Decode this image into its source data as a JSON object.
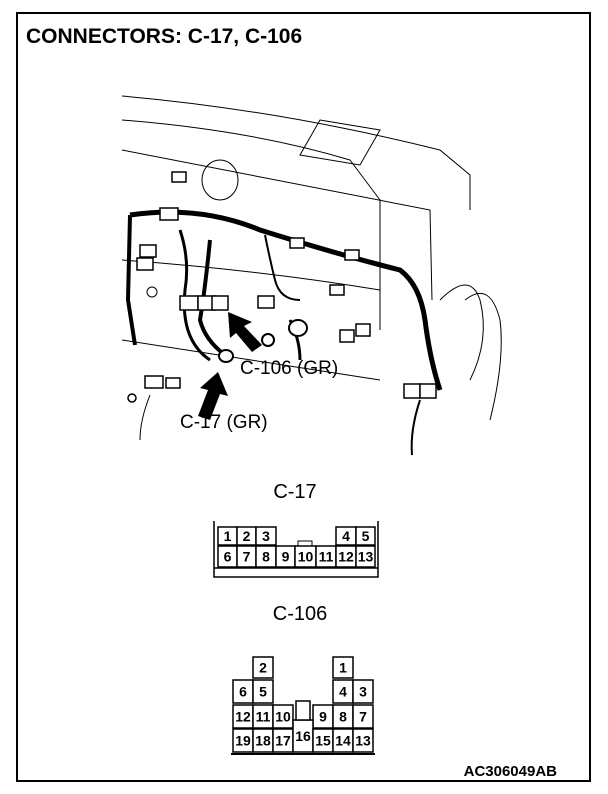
{
  "title": "CONNECTORS: C-17, C-106",
  "callouts": {
    "c106": "C-106 (GR)",
    "c17": "C-17 (GR)"
  },
  "connectors": {
    "c17": {
      "label": "C-17",
      "rows": [
        [
          "1",
          "2",
          "3",
          null,
          null,
          null,
          null,
          "4",
          "5"
        ],
        [
          "6",
          "7",
          "8",
          "9",
          "10",
          "11",
          "12",
          "13"
        ]
      ]
    },
    "c106": {
      "label": "C-106",
      "rows": [
        [
          null,
          "2",
          null,
          null,
          null,
          "1",
          null
        ],
        [
          "6",
          "5",
          null,
          null,
          null,
          "4",
          "3"
        ],
        [
          "12",
          "11",
          "10",
          null,
          "9",
          "8",
          "7"
        ],
        [
          "19",
          "18",
          "17",
          "16",
          "15",
          "14",
          "13"
        ]
      ]
    }
  },
  "figure_code": "AC306049AB"
}
